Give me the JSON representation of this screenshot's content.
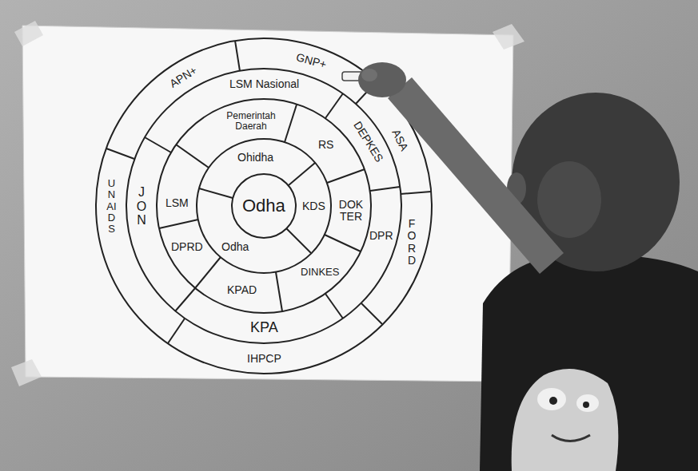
{
  "diagram": {
    "nodes": [
      {
        "text": [
          "Odha"
        ]
      },
      {
        "text": [
          "Ohidha"
        ]
      },
      {
        "text": [
          "KDS"
        ]
      },
      {
        "text": [
          "Odha"
        ]
      },
      {
        "text": [
          "Pemerintah Daerah"
        ]
      },
      {
        "text": [
          "RS"
        ]
      },
      {
        "text": [
          "DOK TER"
        ]
      },
      {
        "text": [
          "DINKES"
        ]
      },
      {
        "text": [
          "KPAD"
        ]
      },
      {
        "text": [
          "DPRD"
        ]
      },
      {
        "text": [
          "LSM"
        ]
      },
      {
        "text": [
          "LSM Nasional"
        ]
      },
      {
        "text": [
          "DEPKES"
        ]
      },
      {
        "text": [
          "DPR"
        ]
      },
      {
        "text": [
          "KPA"
        ]
      },
      {
        "text": [
          "JON"
        ]
      },
      {
        "text": [
          "APN+"
        ]
      },
      {
        "text": [
          "GNP+"
        ]
      },
      {
        "text": [
          "ASA"
        ]
      },
      {
        "text": [
          "FORD"
        ]
      },
      {
        "text": [
          "IHPCP"
        ]
      },
      {
        "text": [
          "UNAIDS"
        ]
      }
    ]
  }
}
